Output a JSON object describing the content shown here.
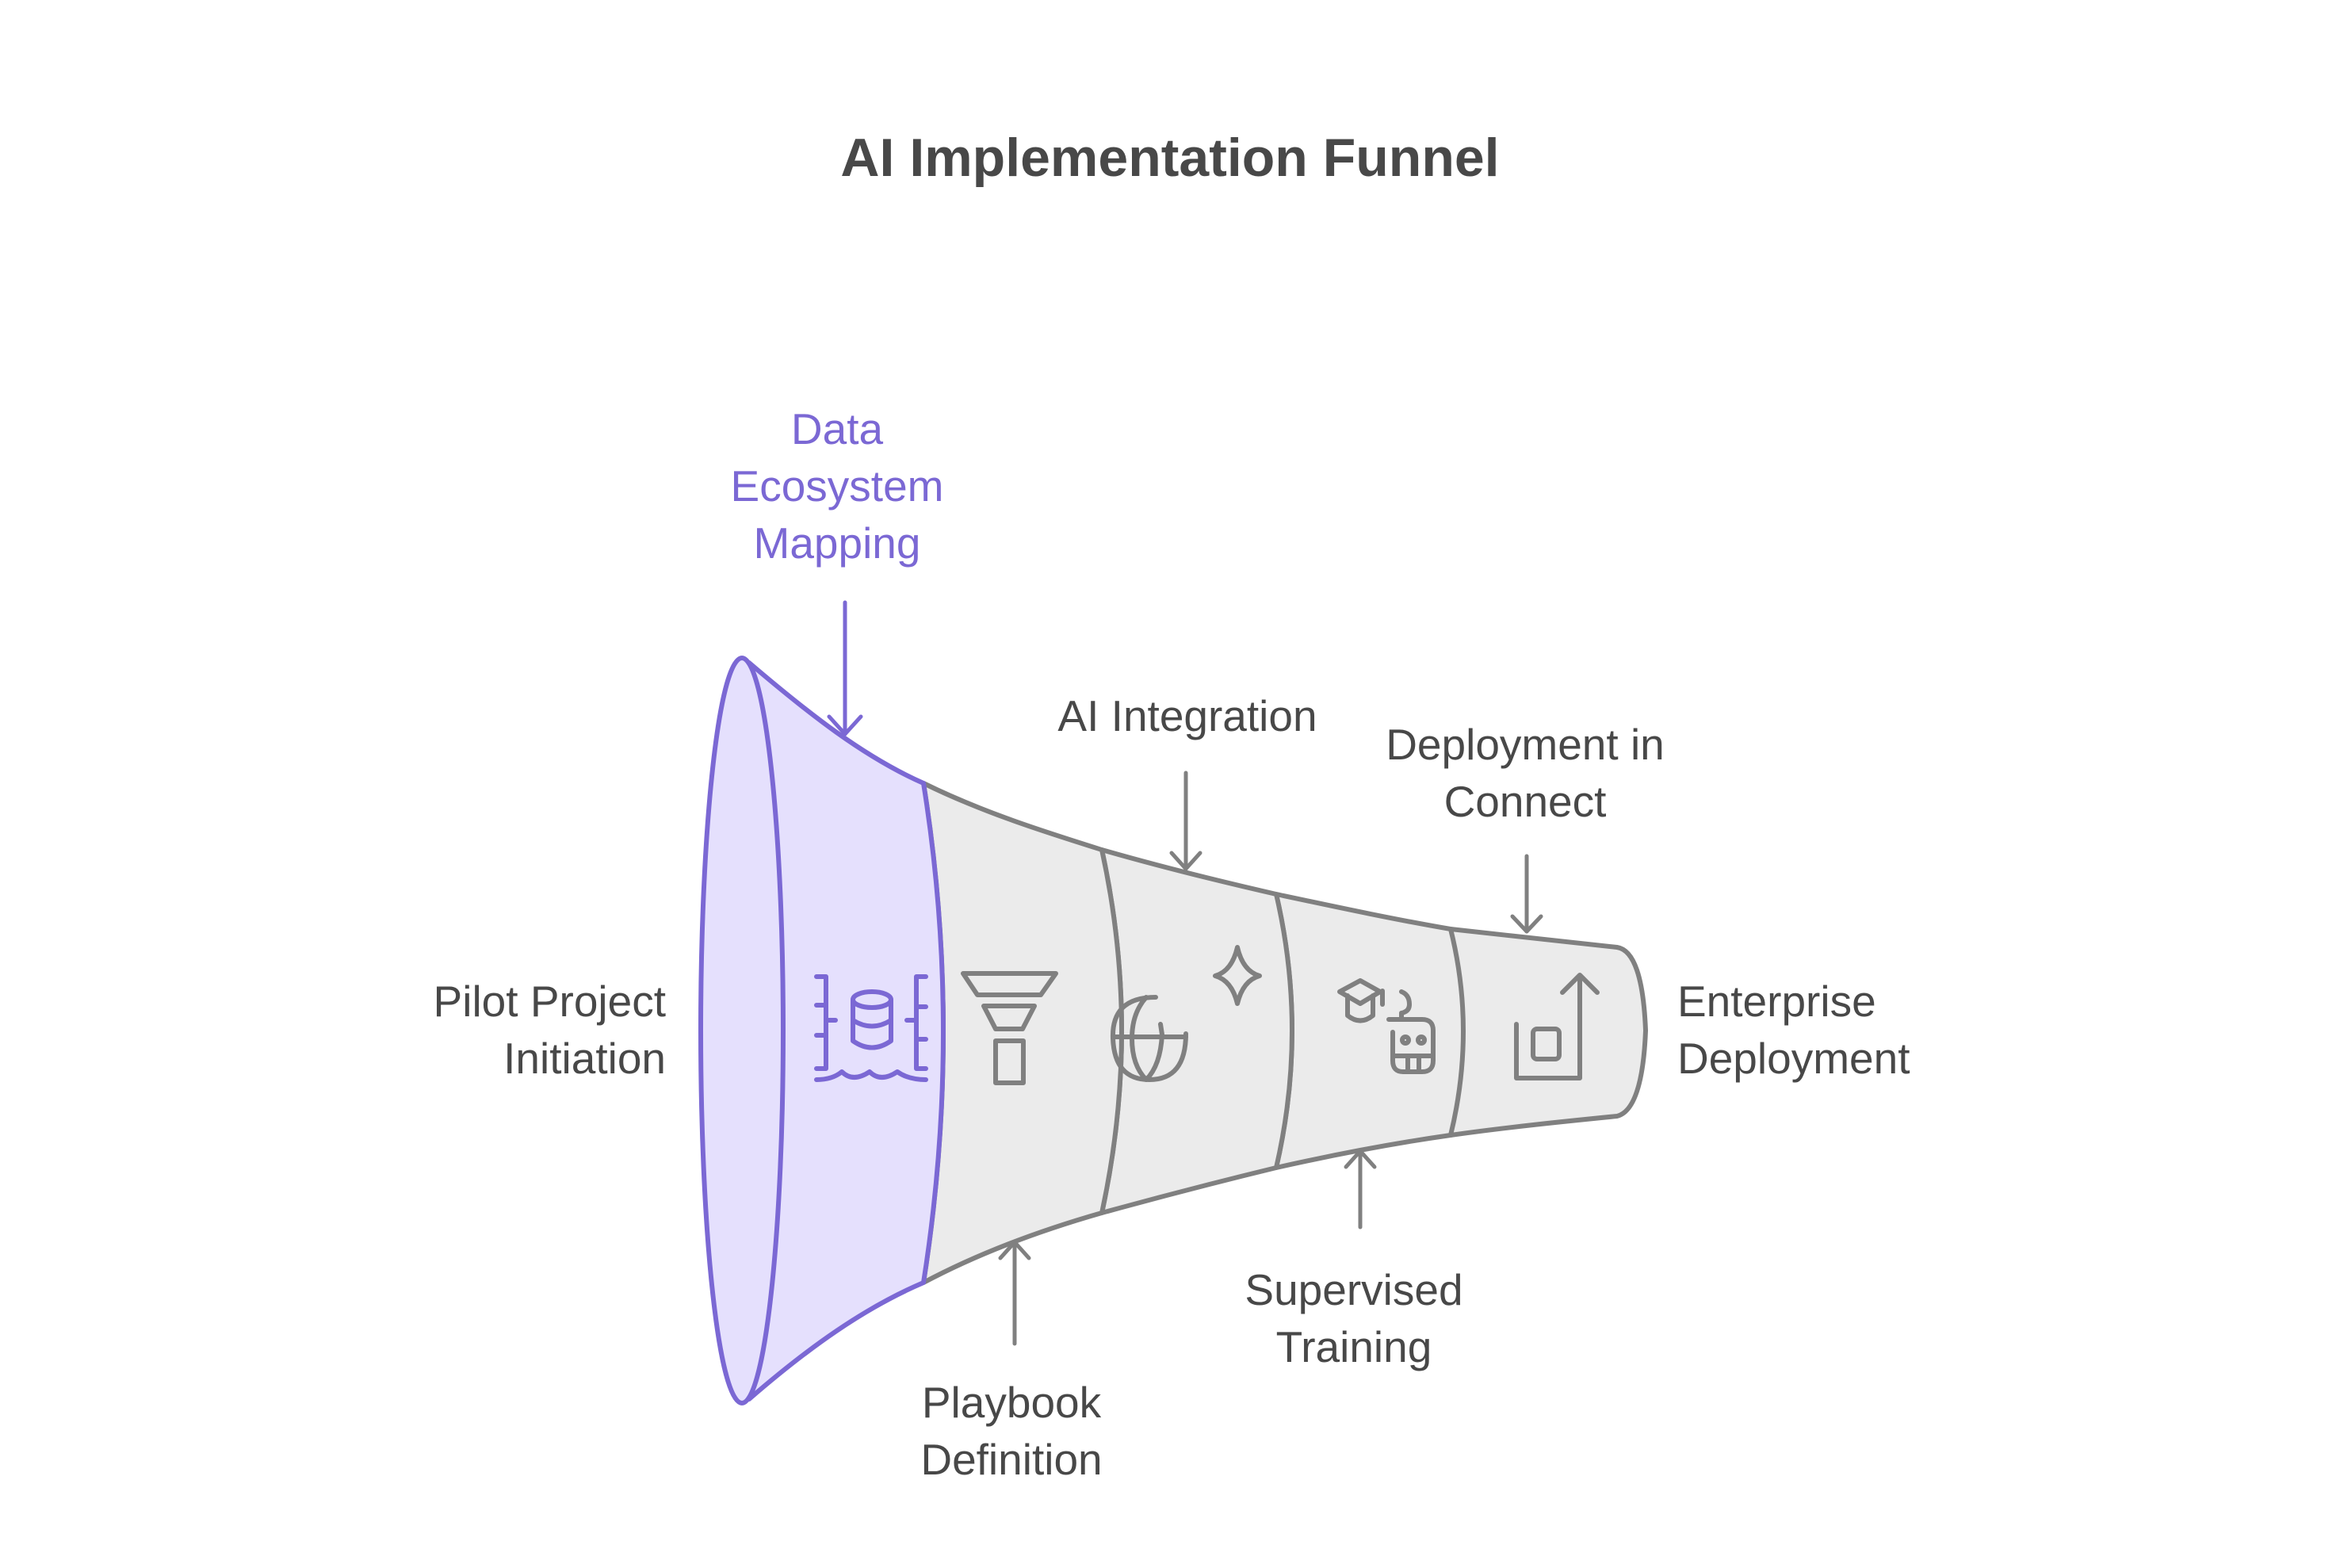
{
  "title": "AI Implementation Funnel",
  "colors": {
    "accent": "#7B68D4",
    "accent_fill": "#E5E0FD",
    "neutral_stroke": "#808080",
    "neutral_fill": "#EBEBEB",
    "text": "#484848"
  },
  "stages": [
    {
      "id": "pilot",
      "label_lines": [
        "Pilot Project",
        "Initiation"
      ],
      "icon": "funnel-mouth",
      "highlighted": false
    },
    {
      "id": "data",
      "label_lines": [
        "Data",
        "Ecosystem",
        "Mapping"
      ],
      "icon": "data-lake-icon",
      "highlighted": true
    },
    {
      "id": "playbook",
      "label_lines": [
        "Playbook",
        "Definition"
      ],
      "icon": "filter-funnel-icon",
      "highlighted": false
    },
    {
      "id": "ai",
      "label_lines": [
        "AI Integration"
      ],
      "icon": "globe-sparkle-icon",
      "highlighted": false
    },
    {
      "id": "training",
      "label_lines": [
        "Supervised",
        "Training"
      ],
      "icon": "graduation-robot-icon",
      "highlighted": false
    },
    {
      "id": "connect",
      "label_lines": [
        "Deployment in",
        "Connect"
      ],
      "icon": "export-arrow-icon",
      "highlighted": false
    },
    {
      "id": "enterprise",
      "label_lines": [
        "Enterprise",
        "Deployment"
      ],
      "icon": "funnel-end",
      "highlighted": false
    }
  ]
}
